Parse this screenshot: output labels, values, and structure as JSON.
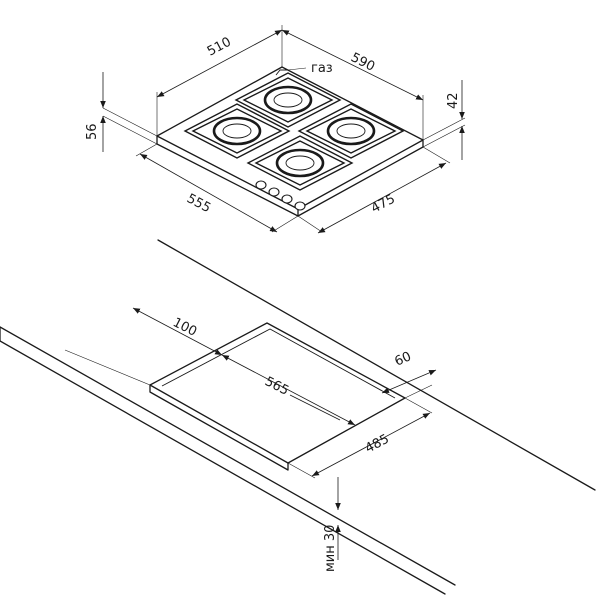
{
  "hob": {
    "width_label": "510",
    "depth_label": "590",
    "gas_label": "газ",
    "height_left_label": "56",
    "height_right_label": "42",
    "base_width_label": "555",
    "base_depth_label": "475"
  },
  "cutout": {
    "front_offset_label": "100",
    "back_offset_label": "60",
    "width_label": "565",
    "depth_label": "485",
    "min_thickness_label": "мин 30"
  }
}
